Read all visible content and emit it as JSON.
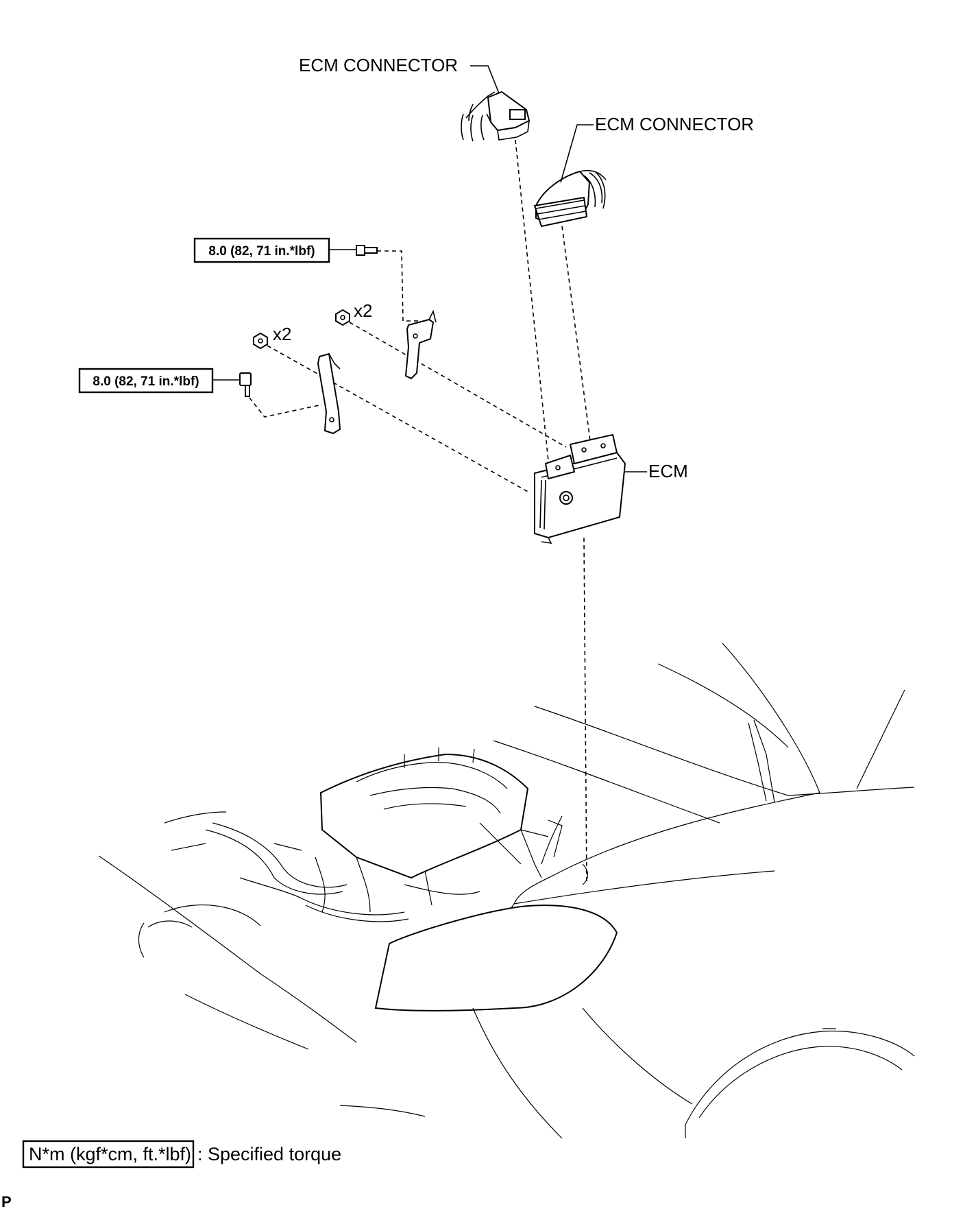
{
  "labels": {
    "ecm_connector_1": "ECM CONNECTOR",
    "ecm_connector_2": "ECM CONNECTOR",
    "ecm": "ECM",
    "qty_upper": "x2",
    "qty_lower": "x2"
  },
  "torque": {
    "upper": "8.0 (82, 71 in.*lbf)",
    "lower": "8.0 (82, 71 in.*lbf)"
  },
  "legend": {
    "unit_box": "N*m (kgf*cm, ft.*lbf)",
    "description": ": Specified torque"
  },
  "footer_mark": "P"
}
